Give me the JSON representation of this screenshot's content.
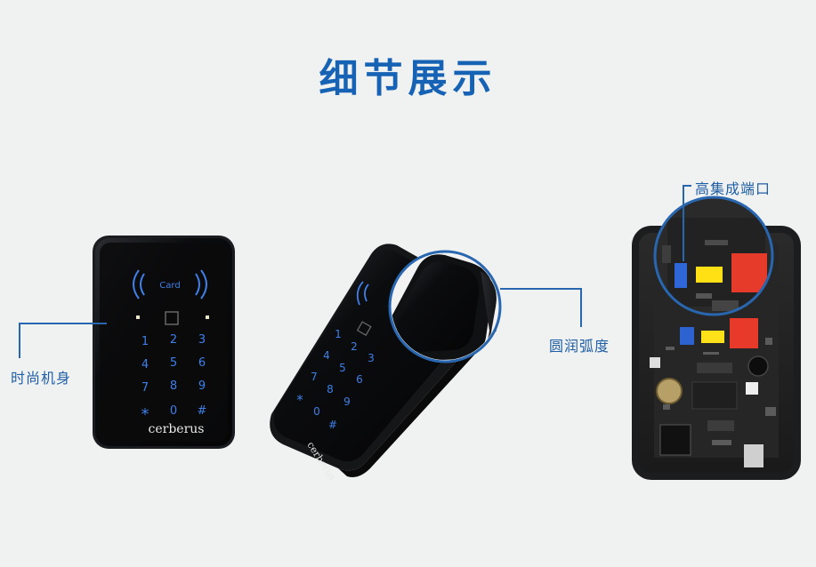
{
  "title": "细节展示",
  "callouts": {
    "body": "时尚机身",
    "curve": "圆润弧度",
    "ports": "高集成端口"
  },
  "device": {
    "card_label": "Card",
    "brand": "cerberus",
    "keys": [
      "1",
      "2",
      "3",
      "4",
      "5",
      "6",
      "7",
      "8",
      "9",
      "*",
      "0",
      "#"
    ]
  },
  "colors": {
    "accent": "#1663b5",
    "callout_line": "#2866b0",
    "panel_black": "#111214",
    "key_blue": "#3f7fe8"
  }
}
